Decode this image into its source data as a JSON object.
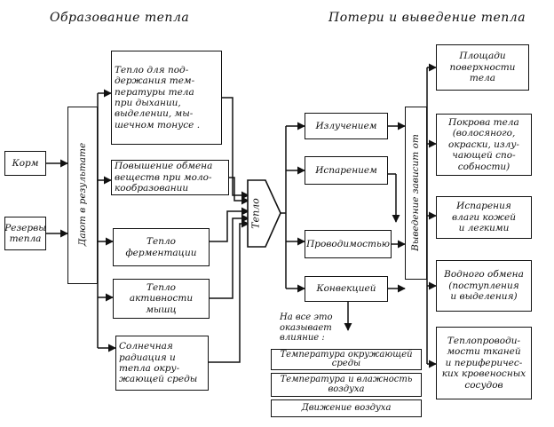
{
  "headings": {
    "formation": "Образование тепла",
    "losses": "Потери и выведение тепла"
  },
  "sources": {
    "feed": "Корм",
    "reserves": "Резервы\nтепла"
  },
  "result_label": "Дают в результате",
  "formation_items": [
    "Тепло для под-\nдержания тем-\nпературы тела\nпри дыхании,\nвыделении, мы-\nшечном тонусе .",
    "Повышение обмена\nвеществ при моло-\nкообразовании",
    "Тепло\nферментации",
    "Тепло\nактивности\nмышц",
    "Солнечная\nрадиация и\nтепла окру-\nжающей среды"
  ],
  "heat_label": "Тепло",
  "loss_methods": [
    "Излучением",
    "Испарением",
    "Проводимостью",
    "Конвекцией"
  ],
  "influence_note": "На все это\nоказывает\nвлияние :",
  "influence_factors": [
    "Температура окружающей\nсреды",
    "Температура и влажность\nвоздуха",
    "Движение воздуха"
  ],
  "depends_label": "Выведение зависит от",
  "dependencies": [
    "Площади\nповерхности\nтела",
    "Покрова тела\n(волосяного,\nокраски, излу-\nчающей спо-\nсобности)",
    "Испарения\nвлаги кожей\nи легкими",
    "Водного обмена\n(поступления\nи выделения)",
    "Теплопроводи-\nмости тканей\nи периферичес-\nких кровеносных\nсосудов"
  ]
}
